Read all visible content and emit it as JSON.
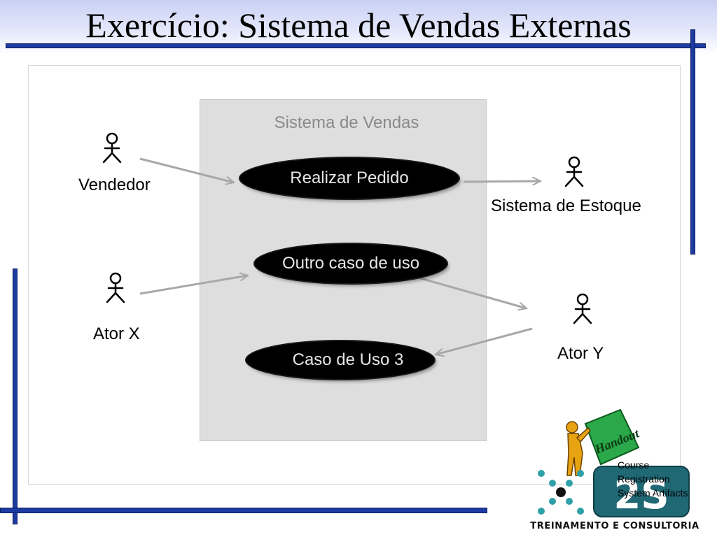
{
  "slide": {
    "title": "Exercício: Sistema de Vendas Externas"
  },
  "diagram": {
    "boundary_label": "Sistema de Vendas",
    "use_cases": {
      "realizar_pedido": "Realizar Pedido",
      "outro_caso": "Outro caso de uso",
      "caso_3": "Caso de Uso 3"
    },
    "actors": {
      "vendedor": "Vendedor",
      "sistema_estoque": "Sistema de Estoque",
      "ator_x": "Ator X",
      "ator_y": "Ator Y"
    }
  },
  "handout": {
    "badge": "Handout",
    "lines": [
      "Course",
      "Registration",
      "System Artifacts"
    ]
  },
  "logo": {
    "mark": "2S",
    "company": "TREINAMENTO E CONSULTORIA"
  },
  "colors": {
    "accent": "#1d3ba0",
    "usecase_fill": "#000000",
    "boundary_fill": "#dedede",
    "arrow": "#a8a8a8"
  }
}
